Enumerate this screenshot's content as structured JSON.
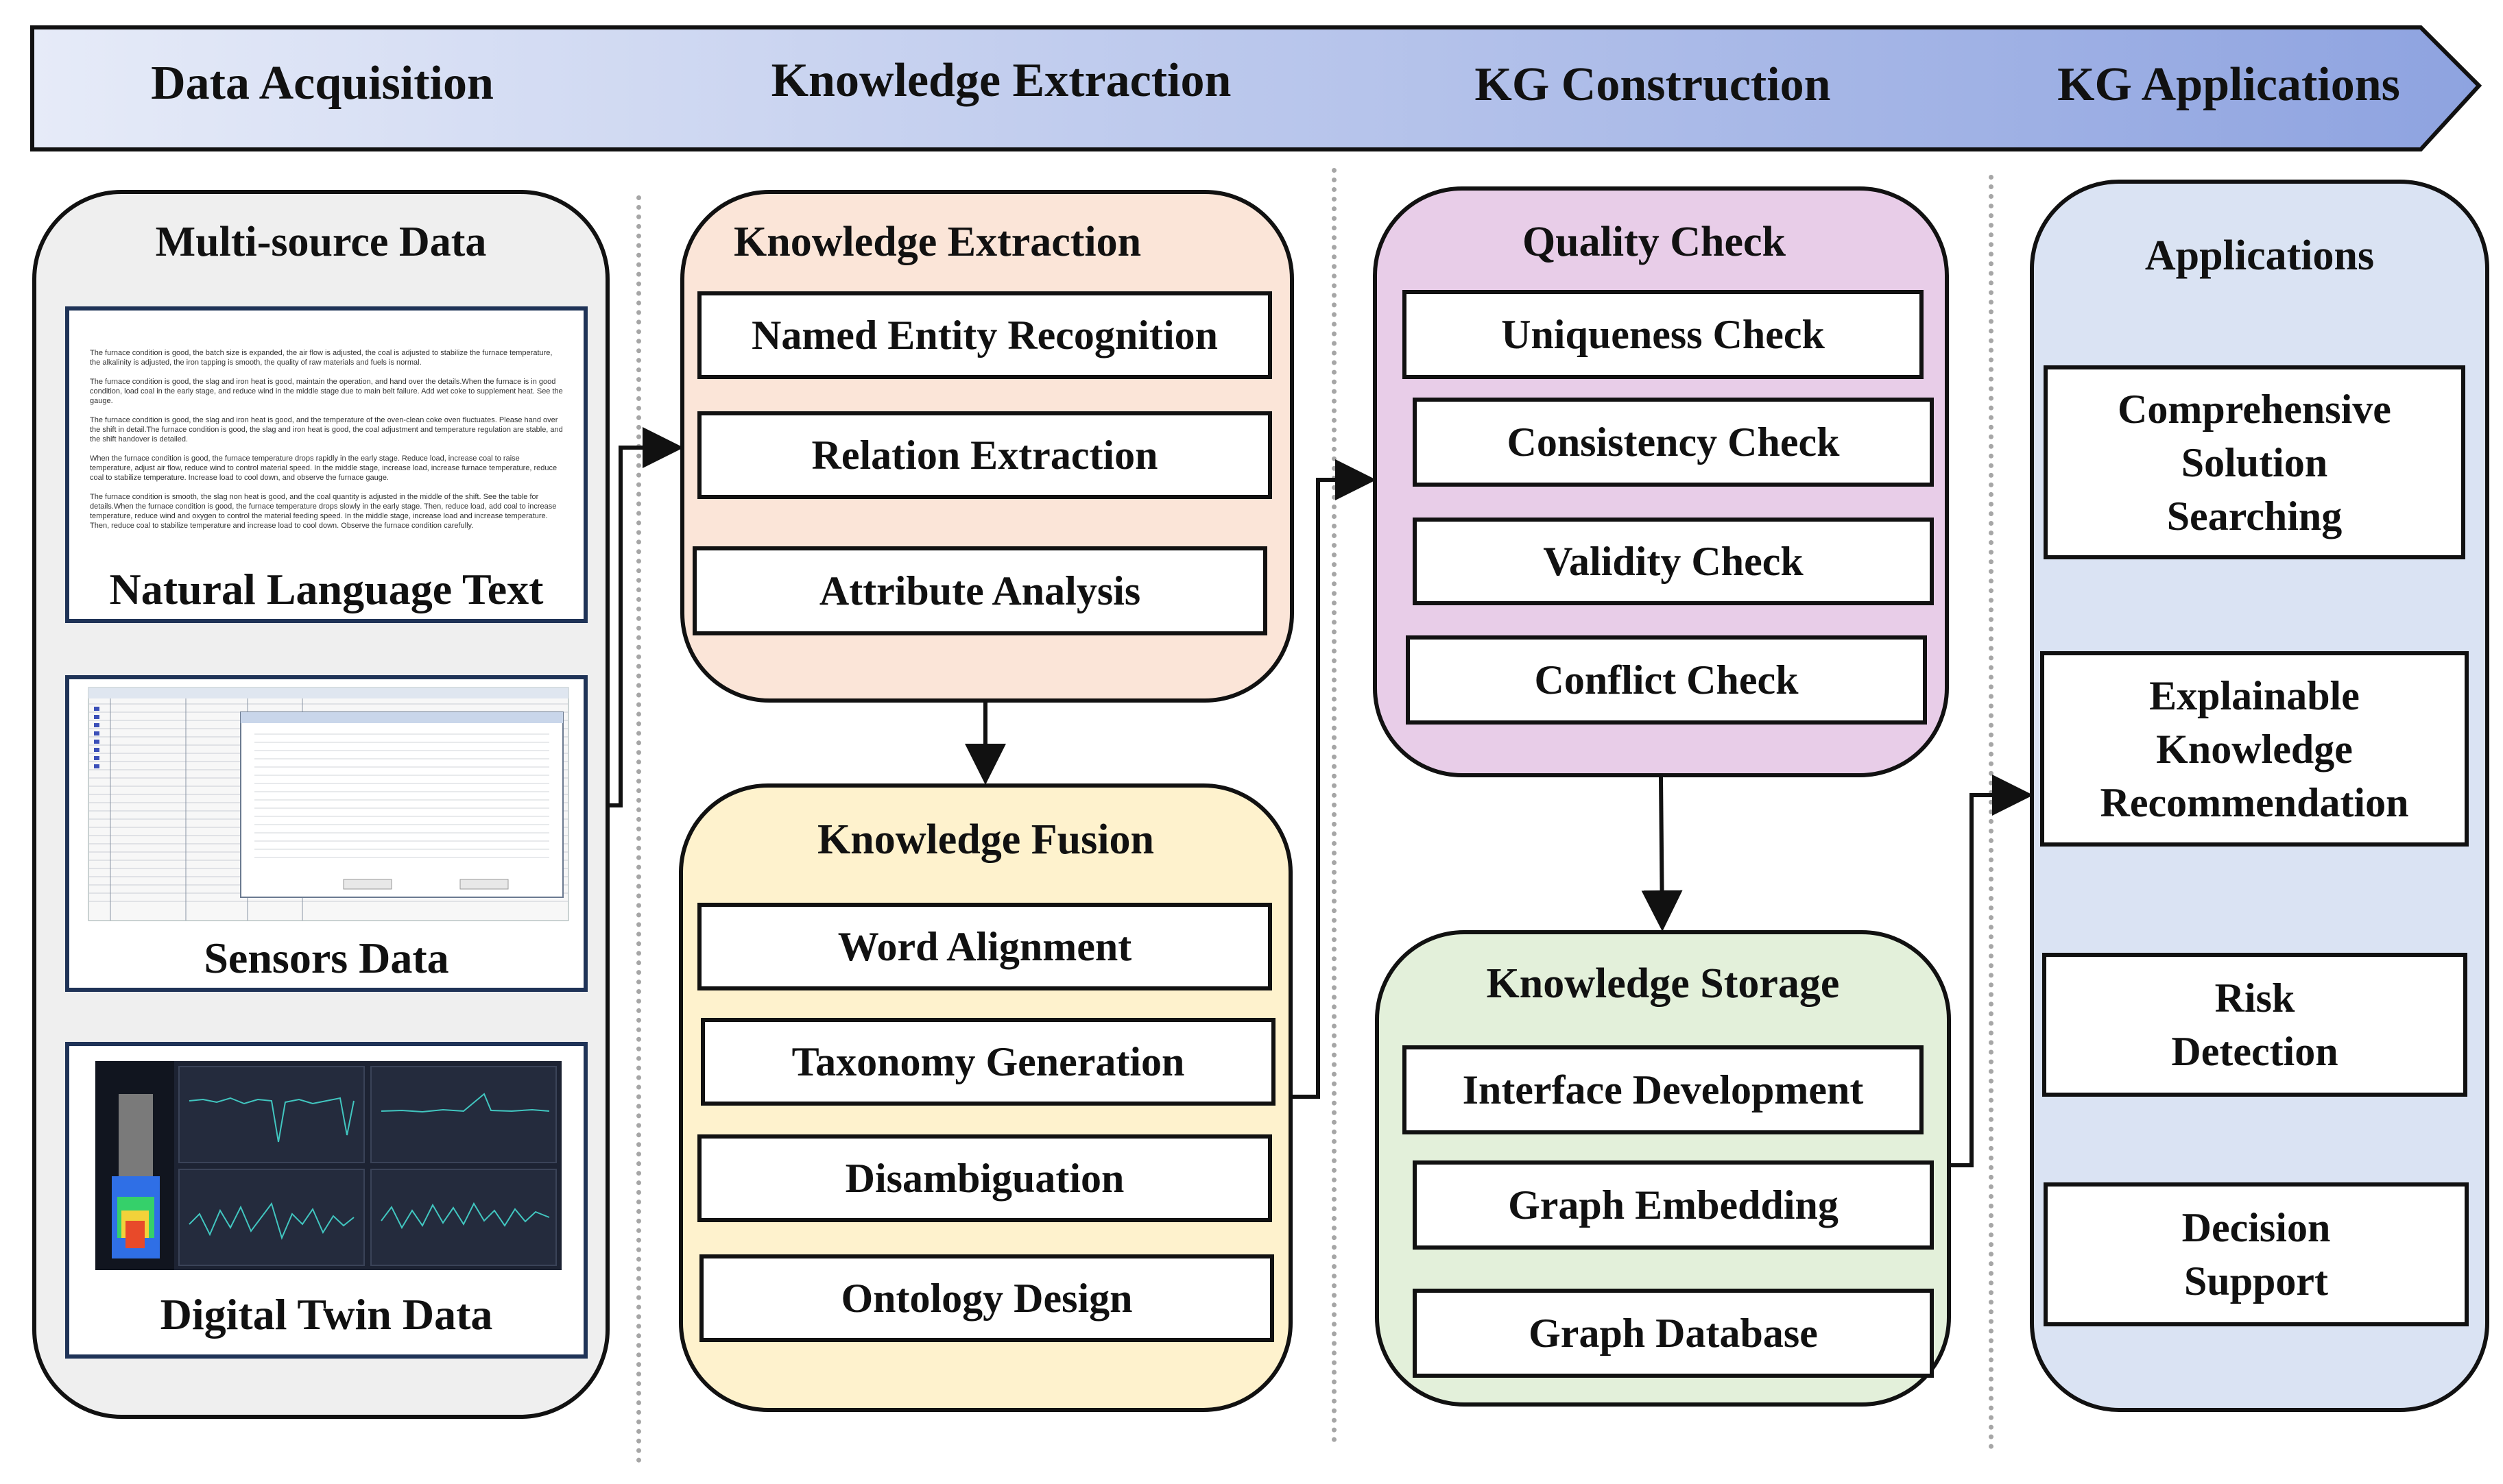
{
  "stages": [
    "Data Acquisition",
    "Knowledge Extraction",
    "KG Construction",
    "KG Applications"
  ],
  "colors": {
    "banner_start": "#e6ebf8",
    "banner_end": "#8ea3e0",
    "multi_source_fill": "#efefef",
    "extraction_fill": "#fbe5d8",
    "fusion_fill": "#fef2cd",
    "quality_fill": "#e8cde8",
    "storage_fill": "#e3f0da",
    "applications_fill": "#dae3f3",
    "divider": "#a6a6a6",
    "thumb_border": "#1f3357"
  },
  "multi_source": {
    "title": "Multi-source Data",
    "items": [
      "Natural Language Text",
      "Sensors Data",
      "Digital Twin Data"
    ],
    "text_sample": [
      "The furnace condition is good, the batch size is expanded, the air flow is adjusted, the coal is adjusted to stabilize the furnace temperature, the alkalinity is adjusted, the iron tapping is smooth, the quality of raw materials and fuels is normal.",
      "The furnace condition is good, the slag and iron heat is good, maintain the operation, and hand over the details.When the furnace is in good condition, load coal in the early stage, and reduce wind in the middle stage due to main belt failure. Add wet coke to supplement heat. See the gauge.",
      "The furnace condition is good, the slag and iron heat is good, and the temperature of the oven-clean coke oven fluctuates. Please hand over the shift in detail.The furnace condition is good, the slag and iron heat is good, the coal adjustment and temperature regulation are stable, and the shift handover is detailed.",
      "When the furnace condition is good, the furnace temperature drops rapidly in the early stage. Reduce load, increase coal to raise temperature, adjust air flow, reduce wind to control material speed. In the middle stage, increase load, increase furnace temperature, reduce coal to stabilize temperature. Increase load to cool down, and observe the furnace gauge.",
      "The furnace condition is smooth, the slag non heat is good, and the coal quantity is adjusted in the middle of the shift. See the table for details.When the furnace condition is good, the furnace temperature drops slowly in the early stage. Then, reduce load, add coal to increase temperature, reduce wind and oxygen to control the material feeding speed. In the middle stage, increase load and increase temperature. Then, reduce coal to stabilize temperature and increase load to cool down. Observe the furnace condition carefully."
    ]
  },
  "extraction": {
    "title": "Knowledge Extraction",
    "items": [
      "Named Entity Recognition",
      "Relation Extraction",
      "Attribute Analysis"
    ]
  },
  "fusion": {
    "title": "Knowledge Fusion",
    "items": [
      "Word Alignment",
      "Taxonomy Generation",
      "Disambiguation",
      "Ontology Design"
    ]
  },
  "quality": {
    "title": "Quality Check",
    "items": [
      "Uniqueness Check",
      "Consistency Check",
      "Validity Check",
      "Conflict Check"
    ]
  },
  "storage": {
    "title": "Knowledge Storage",
    "items": [
      "Interface Development",
      "Graph Embedding",
      "Graph Database"
    ]
  },
  "applications": {
    "title": "Applications",
    "items": [
      "Comprehensive\nSolution\nSearching",
      "Explainable\nKnowledge\nRecommendation",
      "Risk\nDetection",
      "Decision\nSupport"
    ]
  }
}
